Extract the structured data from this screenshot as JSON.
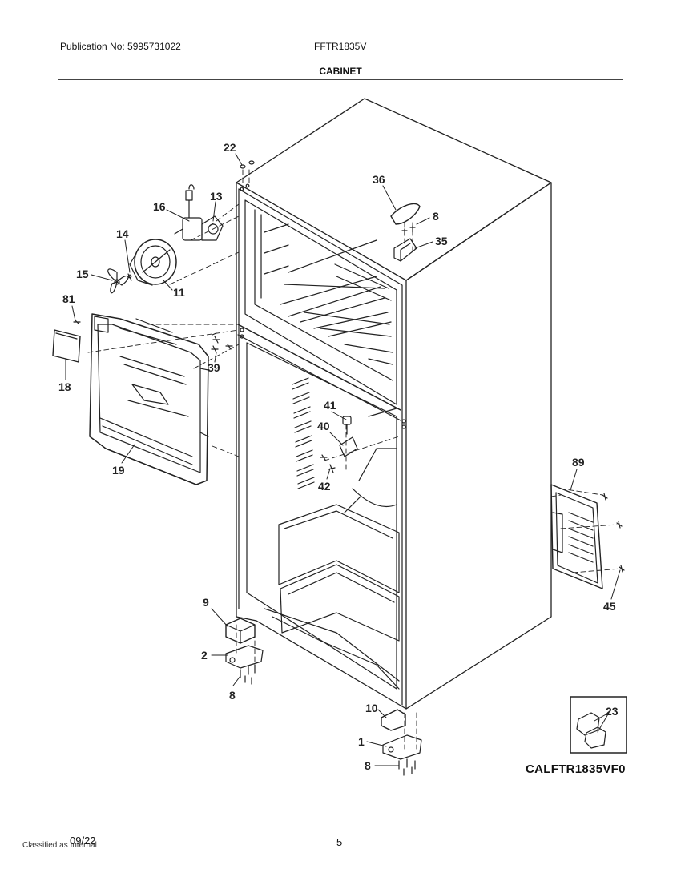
{
  "header": {
    "publication": "Publication No: 5995731022",
    "model": "FFTR1835V",
    "section_title": "CABINET"
  },
  "callouts": [
    {
      "id": "c22",
      "label": "22"
    },
    {
      "id": "c13",
      "label": "13"
    },
    {
      "id": "c16",
      "label": "16"
    },
    {
      "id": "c14",
      "label": "14"
    },
    {
      "id": "c15",
      "label": "15"
    },
    {
      "id": "c11",
      "label": "11"
    },
    {
      "id": "c81",
      "label": "81"
    },
    {
      "id": "c18",
      "label": "18"
    },
    {
      "id": "c19",
      "label": "19"
    },
    {
      "id": "c39",
      "label": "39"
    },
    {
      "id": "c36",
      "label": "36"
    },
    {
      "id": "c8a",
      "label": "8"
    },
    {
      "id": "c35",
      "label": "35"
    },
    {
      "id": "c41",
      "label": "41"
    },
    {
      "id": "c40",
      "label": "40"
    },
    {
      "id": "c42",
      "label": "42"
    },
    {
      "id": "c89",
      "label": "89"
    },
    {
      "id": "c45",
      "label": "45"
    },
    {
      "id": "c9",
      "label": "9"
    },
    {
      "id": "c2",
      "label": "2"
    },
    {
      "id": "c8b",
      "label": "8"
    },
    {
      "id": "c10",
      "label": "10"
    },
    {
      "id": "c1",
      "label": "1"
    },
    {
      "id": "c8c",
      "label": "8"
    },
    {
      "id": "c23",
      "label": "23"
    }
  ],
  "drawing_id": "CALFTR1835VF0",
  "footer": {
    "date": "09/22",
    "classification": "Classified as Internal",
    "page": "5"
  }
}
